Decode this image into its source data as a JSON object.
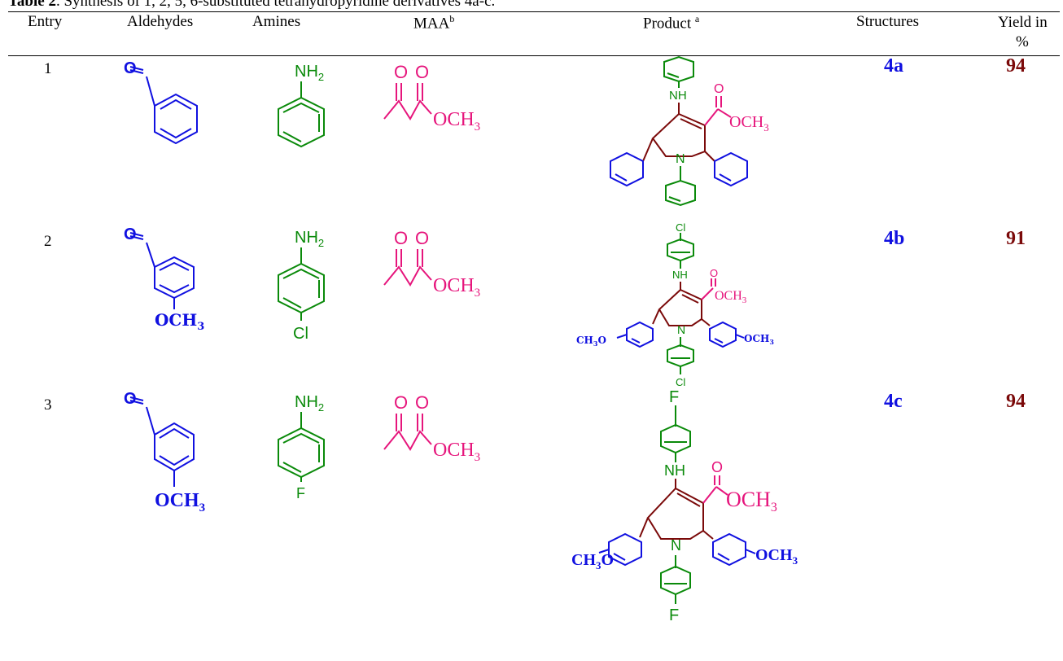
{
  "caption": {
    "label": "Table 2",
    "text": ". Synthesis of 1, 2, 5, 6-substituted tetrahydropyridine derivatives 4a-c."
  },
  "headers": {
    "entry": "Entry",
    "aldehydes": "Aldehydes",
    "amines": "Amines",
    "maa": "MAA",
    "maa_sup": "b",
    "product": "Product",
    "product_sup": "a",
    "structures": "Structures",
    "yield_line1": "Yield in",
    "yield_line2": "%"
  },
  "rows": [
    {
      "entry": "1",
      "structure": "4a",
      "yield": "94"
    },
    {
      "entry": "2",
      "structure": "4b",
      "yield": "91"
    },
    {
      "entry": "3",
      "structure": "4c",
      "yield": "94"
    }
  ],
  "labels": {
    "nh2": "NH",
    "sub2": "2",
    "och3": "OCH",
    "sub3": "3",
    "o": "O",
    "nh": "NH",
    "n": "N",
    "cl": "Cl",
    "f": "F",
    "ch3o": "CH",
    "o_letter": "O"
  },
  "colors": {
    "aldehyde": "#1010e0",
    "amine": "#0a8a0a",
    "maa": "#e6157c",
    "ring": "#7b0a0a",
    "structure_label": "#1010e0",
    "yield": "#7b0a0a"
  }
}
